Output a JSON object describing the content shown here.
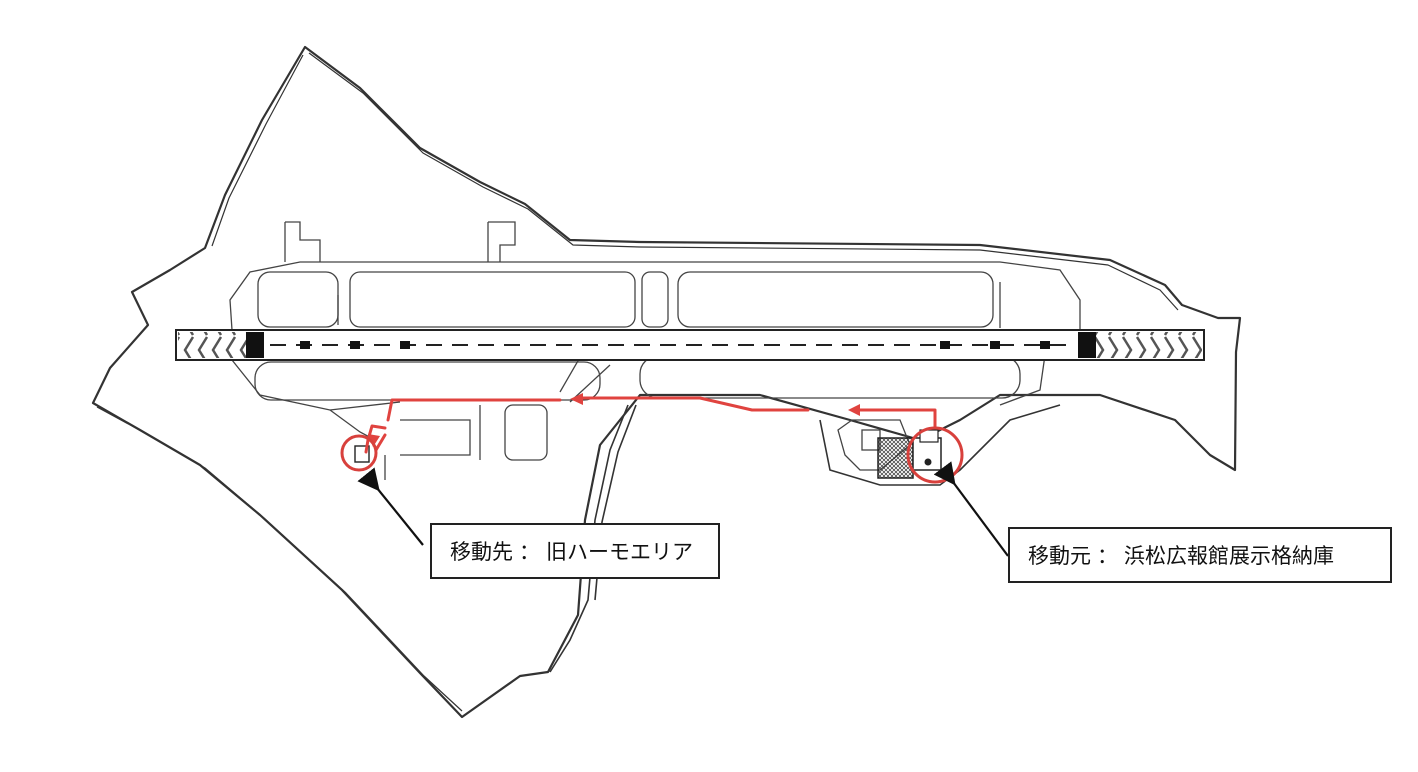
{
  "callouts": {
    "destination": {
      "prefix": "移動先",
      "separator": "：",
      "place": "旧ハーモエリア"
    },
    "origin": {
      "prefix": "移動元",
      "separator": "：",
      "place": "浜松広報館展示格納庫"
    }
  },
  "colors": {
    "outline": "#333333",
    "route": "#e0433f",
    "marker": "#d8403c",
    "callout_border": "#222222"
  }
}
